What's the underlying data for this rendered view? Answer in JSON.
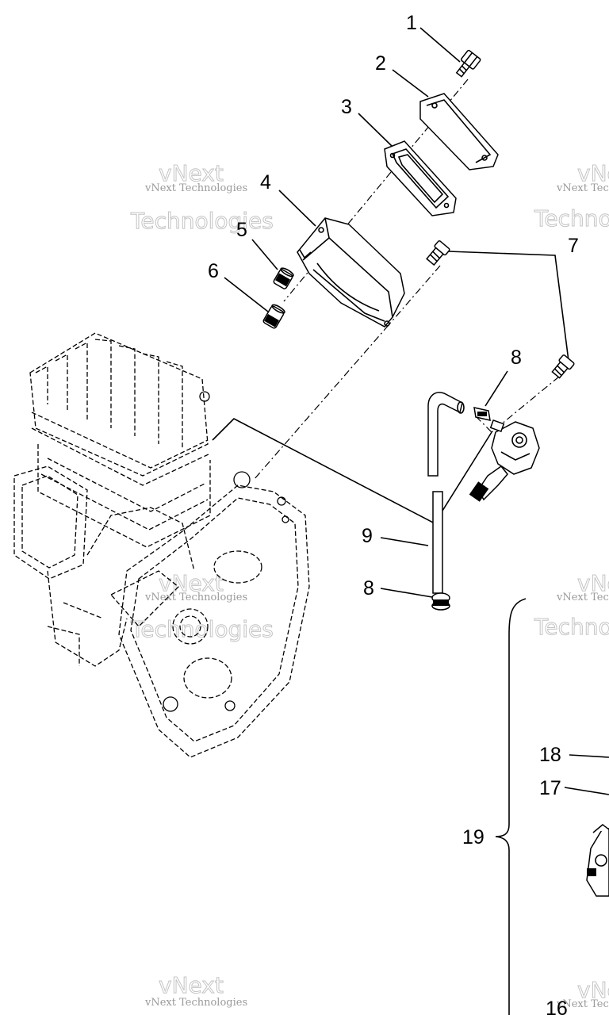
{
  "callouts": {
    "c1": "1",
    "c2": "2",
    "c3": "3",
    "c4": "4",
    "c5": "5",
    "c6": "6",
    "c7": "7",
    "c8a": "8",
    "c9": "9",
    "c8b": "8",
    "c18": "18",
    "c17": "17",
    "c19": "19",
    "c16": "16"
  },
  "watermark": {
    "brand": "vNext Technologies",
    "word1": "vNext",
    "word2": "Technologies"
  },
  "icons": {
    "bolt": "bolt-icon",
    "gasket": "gasket-icon",
    "cover": "reed-cover-icon",
    "fitting": "fitting-icon",
    "hose": "hose-icon",
    "clamp": "hose-clamp-icon",
    "pump": "fuel-pump-icon",
    "engine": "engine-block-icon"
  }
}
